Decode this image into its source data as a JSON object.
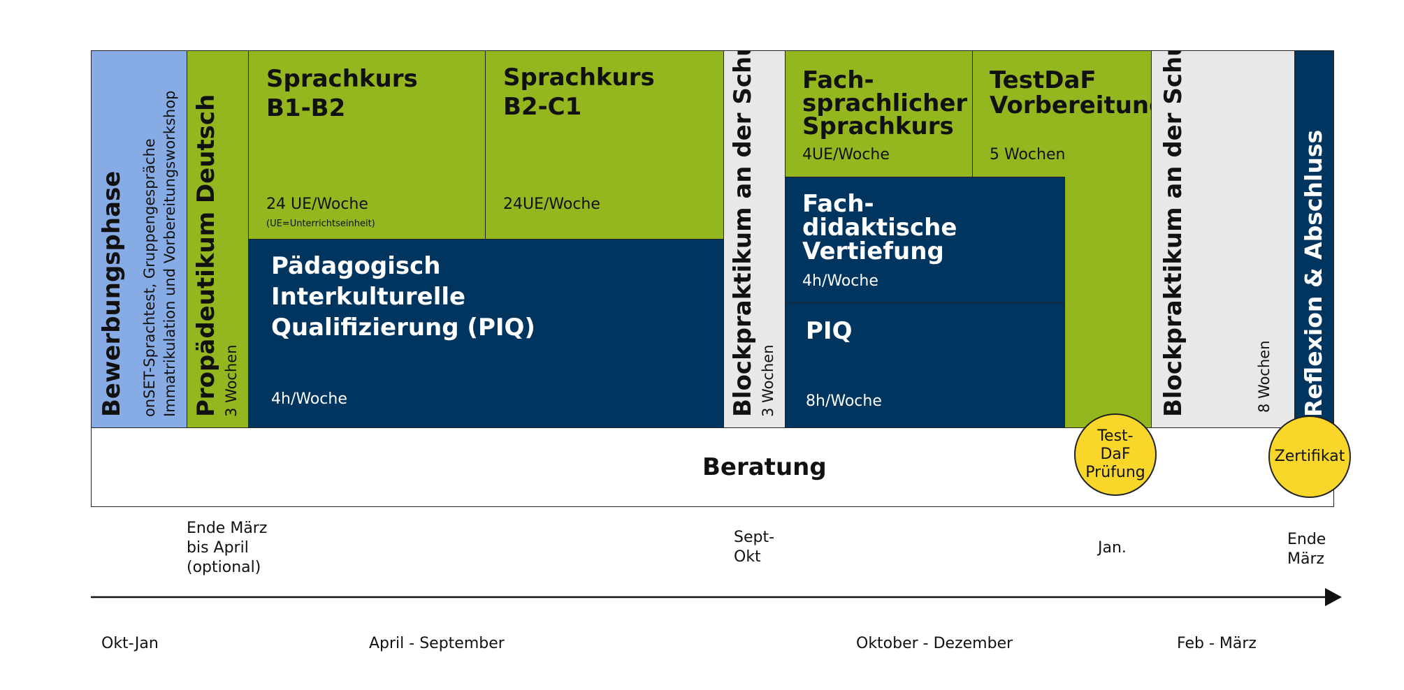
{
  "phases": {
    "bewerbung": {
      "title": "Bewerbungsphase",
      "line1": "onSET-Sprachtest, Gruppengespräche",
      "line2": "Immatrikulation und Vorbereitungsworkshop"
    },
    "propaedeutikum": {
      "title": "Propädeutikum Deutsch",
      "duration": "3 Wochen"
    },
    "sprachkurs_b1": {
      "title_line1": "Sprachkurs",
      "title_line2": "B1-B2",
      "hours": "24 UE/Woche",
      "note": "(UE=Unterrichtseinheit)"
    },
    "sprachkurs_b2": {
      "title_line1": "Sprachkurs",
      "title_line2": "B2-C1",
      "hours": "24UE/Woche"
    },
    "piq_main": {
      "line1": "Pädagogisch",
      "line2": "Interkulturelle",
      "line3": "Qualifizierung (PIQ)",
      "hours": "4h/Woche"
    },
    "blockpraktikum1": {
      "title": "Blockpraktikum an der Schule",
      "duration": "3 Wochen"
    },
    "fachsprachlich": {
      "line1": "Fach-",
      "line2": "sprachlicher",
      "line3": "Sprachkurs",
      "hours": "4UE/Woche"
    },
    "testdaf": {
      "line1": "TestDaF",
      "line2": "Vorbereitung",
      "duration": "5 Wochen"
    },
    "fachdidaktisch": {
      "line1": "Fach-",
      "line2": "didaktische",
      "line3": "Vertiefung",
      "hours": "4h/Woche"
    },
    "piq_small": {
      "title": "PIQ",
      "hours": "8h/Woche"
    },
    "blockpraktikum2": {
      "title": "Blockpraktikum an der Schule",
      "duration": "8 Wochen"
    },
    "reflexion": {
      "title": "Reflexion & Abschluss"
    },
    "beratung": {
      "title": "Beratung"
    }
  },
  "milestones": {
    "testdaf_pruefung": {
      "line1": "Test-",
      "line2": "DaF",
      "line3": "Prüfung"
    },
    "zertifikat": {
      "label": "Zertifikat"
    }
  },
  "timeline_points": {
    "ende_maerz": "Ende März\nbis April\n(optional)",
    "sept_okt": "Sept-\nOkt",
    "jan": "Jan.",
    "ende_maerz2": "Ende\nMärz"
  },
  "periods": {
    "okt_jan": "Okt-Jan",
    "april_september": "April - September",
    "oktober_dezember": "Oktober - Dezember",
    "feb_maerz": "Feb - März"
  },
  "colors": {
    "light_blue": "#87abe5",
    "green": "#94b61f",
    "navy": "#003560",
    "grey": "#e8e8e8",
    "yellow": "#f9d72a"
  }
}
